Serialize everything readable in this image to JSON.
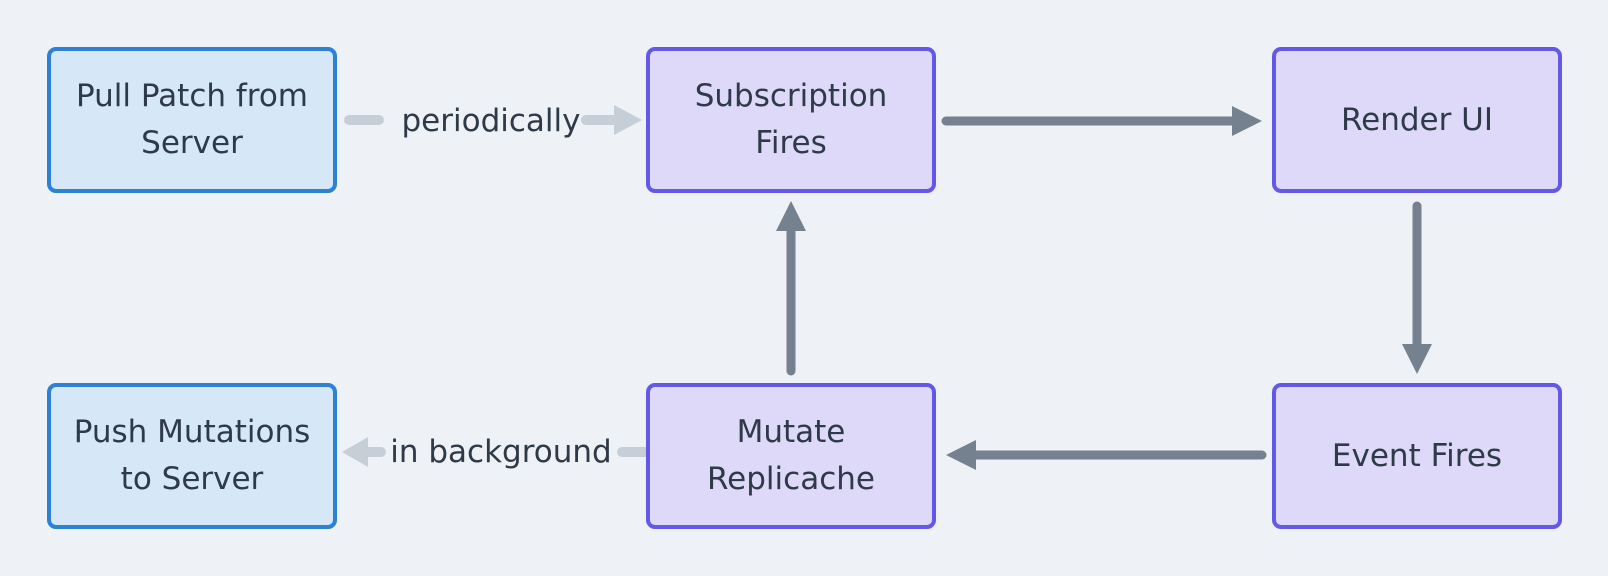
{
  "canvas": {
    "background": "#eef1f5"
  },
  "colors": {
    "bg": "#eef1f5",
    "blue-fill": "#d6e7f8",
    "blue-border": "#2d80d3",
    "purple-fill": "#ded9f8",
    "purple-border": "#6459e6",
    "dark-arrow": "#75818f",
    "light-arrow": "#c6cfd8",
    "text": "#2e3a48"
  },
  "nodes": {
    "pull_patch": {
      "label": "Pull Patch from Server",
      "lines": [
        "Pull Patch from",
        "Server"
      ],
      "style": "blue"
    },
    "subscription": {
      "label": "Subscription Fires",
      "lines": [
        "Subscription",
        "Fires"
      ],
      "style": "purple"
    },
    "render_ui": {
      "label": "Render UI",
      "lines": [
        "Render UI"
      ],
      "style": "purple"
    },
    "event_fires": {
      "label": "Event Fires",
      "lines": [
        "Event Fires"
      ],
      "style": "purple"
    },
    "mutate": {
      "label": "Mutate Replicache",
      "lines": [
        "Mutate",
        "Replicache"
      ],
      "style": "purple"
    },
    "push_mutations": {
      "label": "Push Mutations to Server",
      "lines": [
        "Push Mutations",
        "to Server"
      ],
      "style": "blue"
    }
  },
  "edges": {
    "pull_to_subscription": {
      "label": "periodically",
      "style": "light"
    },
    "subscription_to_render": {
      "label": "",
      "style": "dark"
    },
    "render_to_event": {
      "label": "",
      "style": "dark"
    },
    "event_to_mutate": {
      "label": "",
      "style": "dark"
    },
    "mutate_to_subscription": {
      "label": "",
      "style": "dark"
    },
    "mutate_to_push": {
      "label": "in background",
      "style": "light"
    }
  }
}
